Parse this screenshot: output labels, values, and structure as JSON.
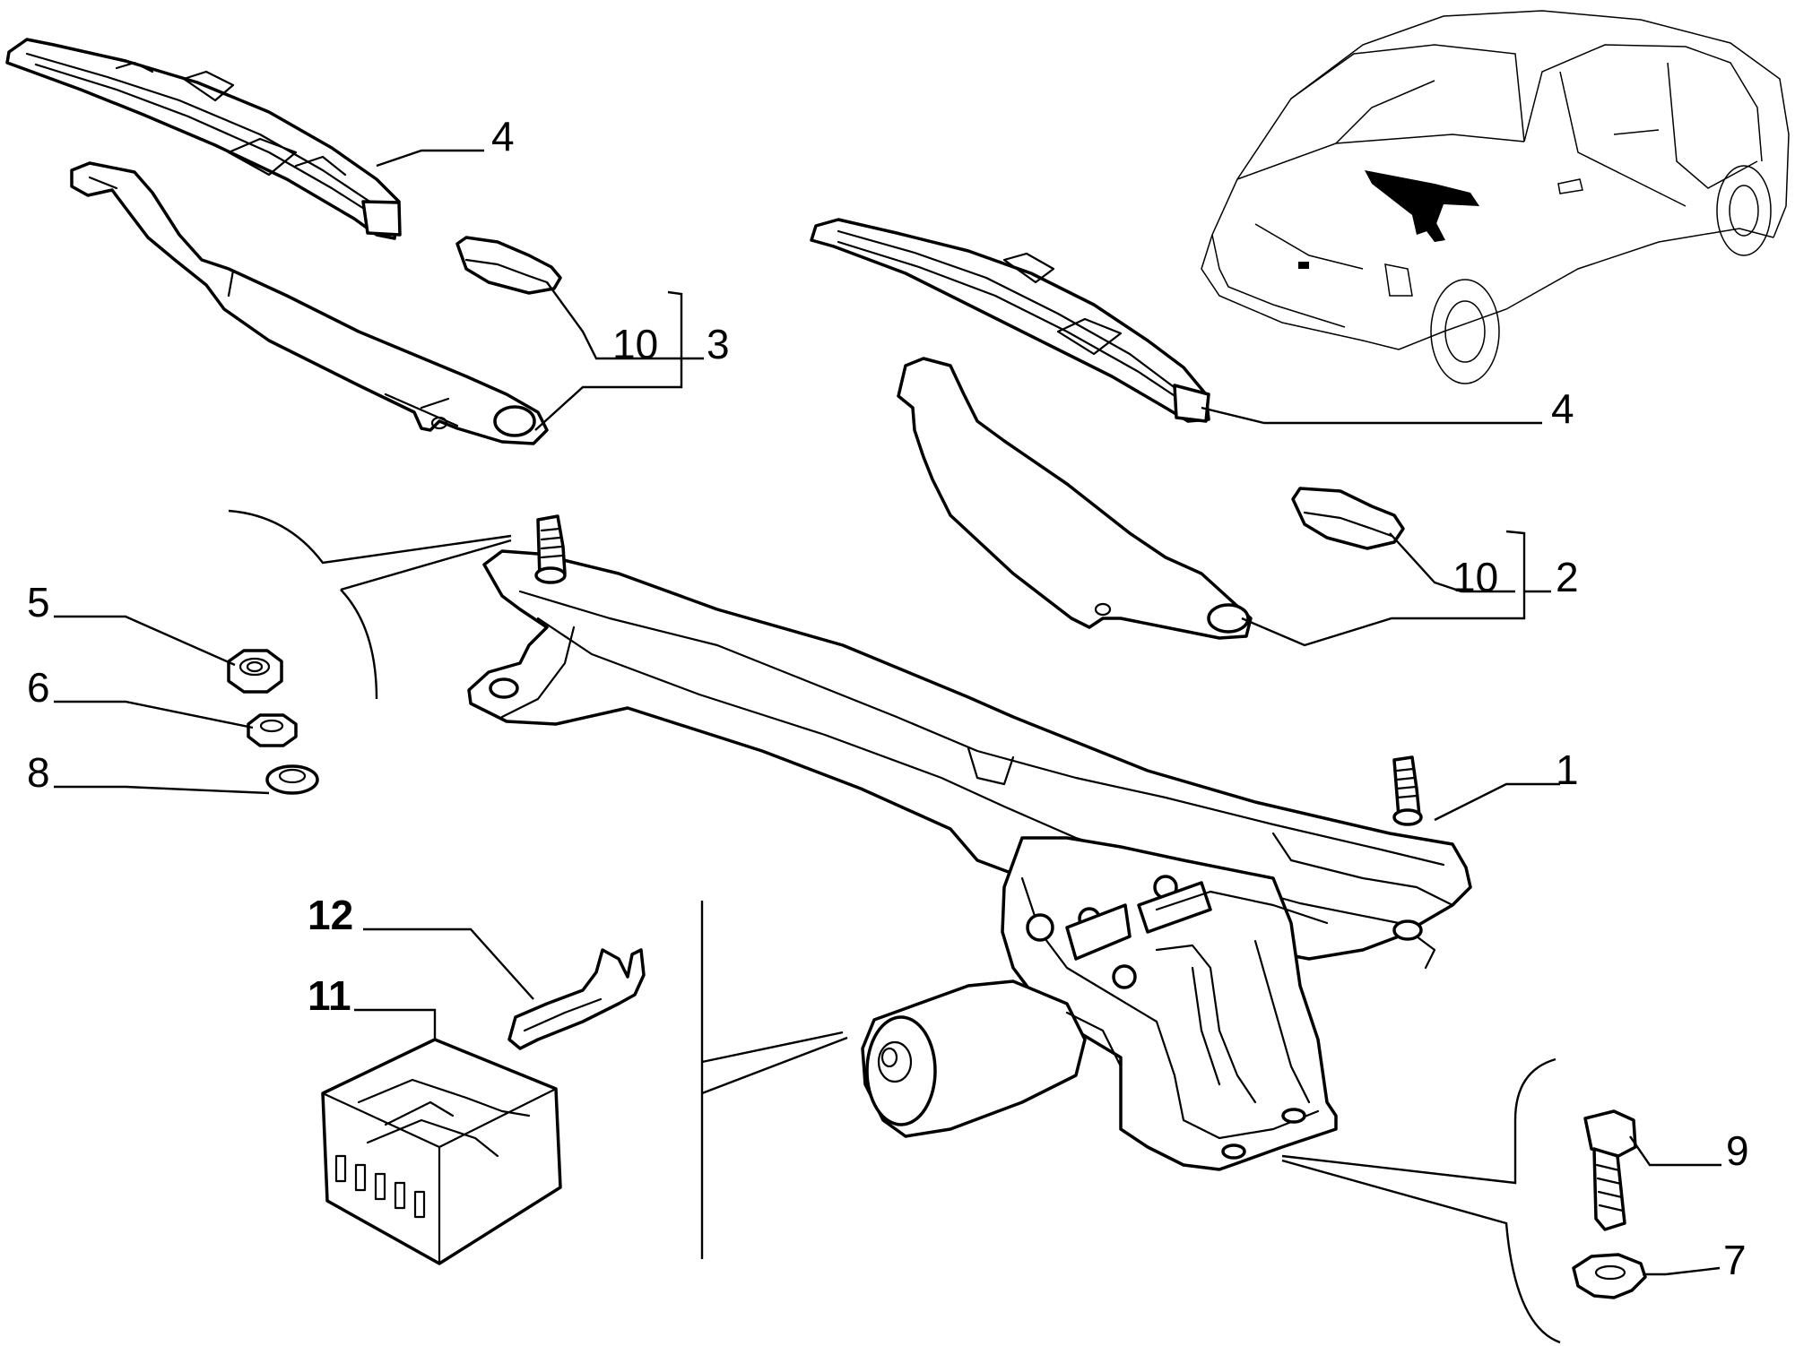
{
  "callouts": {
    "n1": "1",
    "n2": "2",
    "n3": "3",
    "n4_left": "4",
    "n4_right": "4",
    "n5": "5",
    "n6": "6",
    "n7": "7",
    "n8": "8",
    "n9": "9",
    "n10_left": "10",
    "n10_right": "10",
    "n11": "11",
    "n12": "12"
  },
  "bold_callouts": [
    "11",
    "12"
  ],
  "line_color": "#000000",
  "background": "#ffffff"
}
